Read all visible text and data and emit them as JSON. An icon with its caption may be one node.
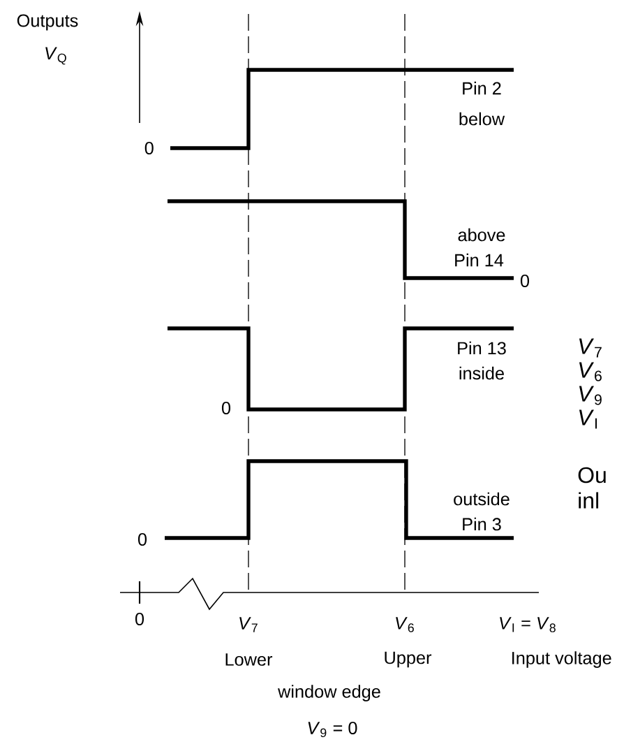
{
  "diagram": {
    "labels": [
      "Outputs",
      "*V*$_{Q}$",
      "0",
      "Pin 2",
      "below",
      "above",
      "Pin 14",
      "0",
      "Pin 13",
      "inside",
      "0",
      "*V*$_{7}$",
      "*V*$_{6}$",
      "*V*$_{9}$",
      "*V*$_{I}$",
      "outside",
      "Pin 3",
      "0",
      "Ou",
      "inl",
      "0",
      "*V*$_{7}$",
      "*V*$_{6}$",
      "*V*$_{I}$ = *V*$_{8}$",
      "Lower",
      "Upper",
      "Input voltage",
      "window edge",
      "*V*$_{9}$ = 0"
    ]
  }
}
